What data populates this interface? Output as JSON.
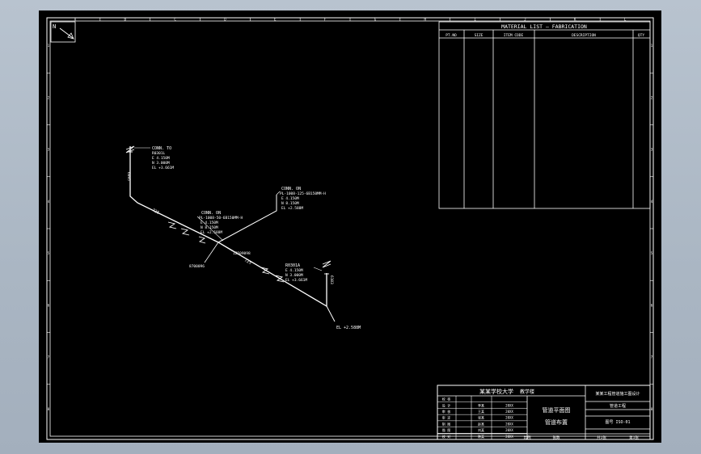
{
  "border": {
    "top_letters": [
      "A",
      "B",
      "C",
      "D",
      "E",
      "F",
      "G",
      "H",
      "I",
      "J",
      "K",
      "L"
    ],
    "side_numbers": [
      "1",
      "2",
      "3",
      "4",
      "5",
      "6",
      "7",
      "8"
    ]
  },
  "north_arrow": {
    "label": "N"
  },
  "material_list": {
    "title": "MATERIAL LIST — FABRICATION",
    "columns": [
      "PT.NO",
      "SIZE",
      "ITEM CODE",
      "DESCRIPTION",
      "QTY"
    ]
  },
  "annotations": {
    "conn_top": [
      "CONN. TO",
      "R0301L",
      "E 4.150M",
      "N 3.000M",
      "EL +3.661M"
    ],
    "conn_mid": [
      "CONN. ON",
      "PL-1008-50-6B150MM-H",
      "E 4.150M",
      "N 8.150M",
      "EL +2.588M"
    ],
    "conn_right": [
      "CONN. ON",
      "PL-1008-125-6B150MM-H",
      "E 4.150M",
      "N 8.150M",
      "EL +2.588M"
    ],
    "r0301a": [
      "R0301A",
      "E 4.150M",
      "N 3.000M",
      "EL +3.661M"
    ],
    "el_bottom": "EL +2.588M",
    "dim_a": "725",
    "dim_b": "725",
    "dim_top_v": "6095",
    "dim_right_v": "6103",
    "diag_label_1": "12509098",
    "diag_label_2": "8700096"
  },
  "title_block": {
    "school": "某某学校大学",
    "dept": "教学楼",
    "drawing_name": [
      "管道平面图",
      "管道布置"
    ],
    "project": "某某工程管道施工图设计",
    "rows": [
      [
        "校 核",
        "",
        ""
      ],
      [
        "设 计",
        "李某",
        "20XX"
      ],
      [
        "审 核",
        "王某",
        "20XX"
      ],
      [
        "审 定",
        "张某",
        "20XX"
      ],
      [
        "制 图",
        "赵某",
        "20XX"
      ],
      [
        "描 图",
        "刘某",
        "20XX"
      ],
      [
        "校 对",
        "陈某",
        "20XX"
      ]
    ],
    "right_rows": [
      "管道工程",
      "图号 ISO-01"
    ],
    "footer": [
      "比例",
      "张数",
      "共1张",
      "第1张"
    ]
  }
}
